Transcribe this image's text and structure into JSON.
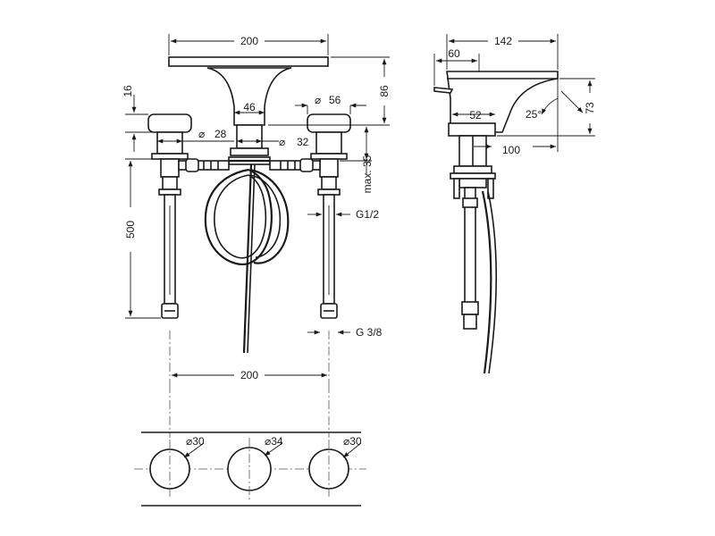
{
  "front_view": {
    "spout_width": "200",
    "spout_height": "86",
    "spout_neck": "46",
    "handle_diameter": "56",
    "handle_height": "16",
    "shank_diameter_left": "28",
    "shank_diameter_center": "32",
    "max_thickness": "max. 35",
    "hose_length": "500",
    "thread_connection": "G1/2",
    "supply_connection": "G 3/8",
    "handle_spacing": "200",
    "diameter_symbol": "⌀"
  },
  "side_view": {
    "depth": "142",
    "handle_offset": "60",
    "base_diameter": "52",
    "angle": "25°",
    "height": "73",
    "reach": "100"
  },
  "plan_view": {
    "hole_left": "⌀30",
    "hole_center": "⌀34",
    "hole_right": "⌀30"
  }
}
